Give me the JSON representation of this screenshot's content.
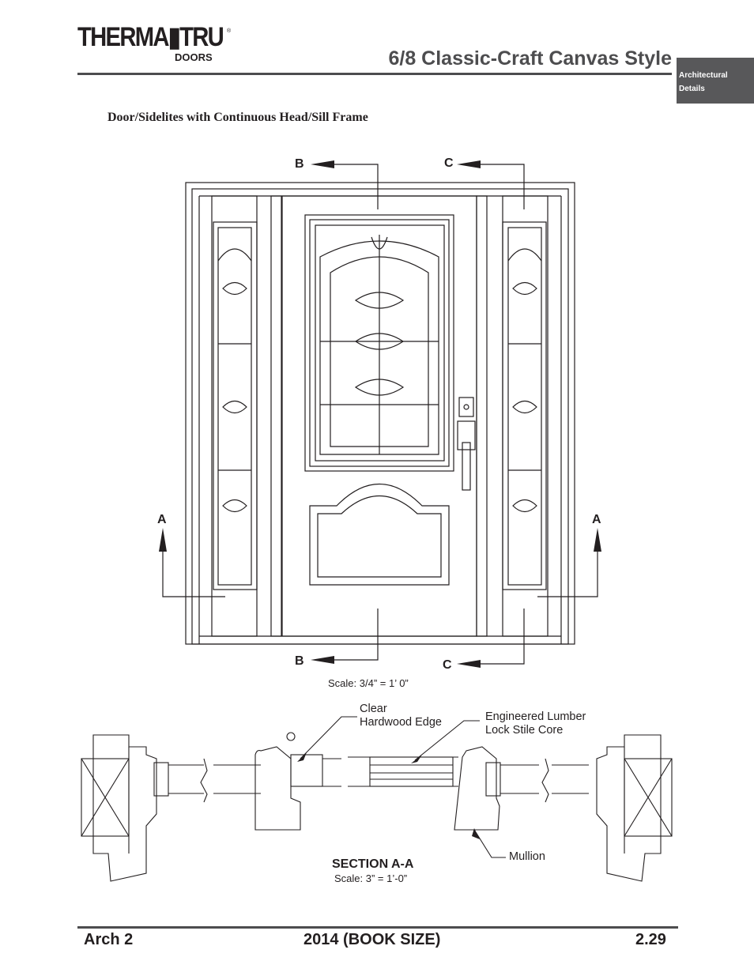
{
  "header": {
    "logo_main": "THERMA▮TRU",
    "logo_reg": "®",
    "logo_sub": "DOORS",
    "title": "6/8 Classic-Craft Canvas Style",
    "tab_line1": "Architectural",
    "tab_line2": "Details"
  },
  "drawing": {
    "subtitle": "Door/Sidelites with Continuous Head/Sill Frame",
    "markers": {
      "a": "A",
      "b": "B",
      "c": "C"
    },
    "elevation_scale": "Scale: 3/4” = 1’ 0”"
  },
  "section": {
    "callout_edge_line1": "Clear",
    "callout_edge_line2": "Hardwood Edge",
    "callout_core_line1": "Engineered Lumber",
    "callout_core_line2": "Lock Stile Core",
    "callout_mullion": "Mullion",
    "title": "SECTION A-A",
    "scale": "Scale:  3” = 1’-0”"
  },
  "footer": {
    "left": "Arch 2",
    "center": "2014 (BOOK SIZE)",
    "right": "2.29"
  }
}
